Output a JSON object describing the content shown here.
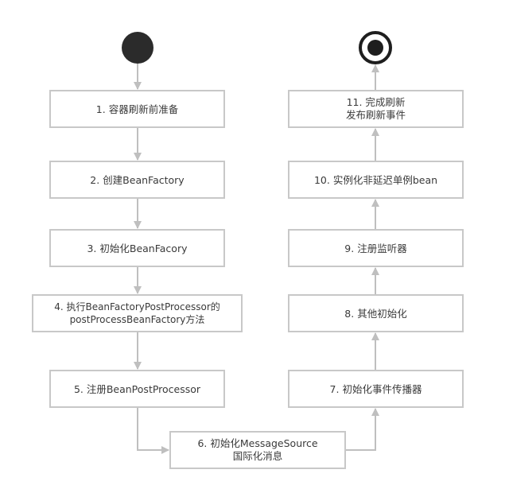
{
  "diagram": {
    "type": "activity-flowchart",
    "colors": {
      "node_border": "#c8c8c8",
      "edge": "#bfbfbf",
      "text": "#3a3a3a",
      "start_fill": "#2b2b2b",
      "end_ring": "#1e1e1e"
    },
    "start": {
      "id": "start",
      "kind": "initial-node"
    },
    "end": {
      "id": "end",
      "kind": "final-node"
    },
    "nodes": [
      {
        "id": "n1",
        "label": "1. 容器刷新前准备"
      },
      {
        "id": "n2",
        "label": "2. 创建BeanFactory"
      },
      {
        "id": "n3",
        "label": "3. 初始化BeanFacory"
      },
      {
        "id": "n4",
        "label": "4. 执行BeanFactoryPostProcessor的\npostProcessBeanFactory方法"
      },
      {
        "id": "n5",
        "label": "5. 注册BeanPostProcessor"
      },
      {
        "id": "n6",
        "label": "6. 初始化MessageSource\n国际化消息"
      },
      {
        "id": "n7",
        "label": "7. 初始化事件传播器"
      },
      {
        "id": "n8",
        "label": "8. 其他初始化"
      },
      {
        "id": "n9",
        "label": "9. 注册监听器"
      },
      {
        "id": "n10",
        "label": "10. 实例化非延迟单例bean"
      },
      {
        "id": "n11",
        "label": "11. 完成刷新\n发布刷新事件"
      }
    ],
    "edges": [
      {
        "from": "start",
        "to": "n1"
      },
      {
        "from": "n1",
        "to": "n2"
      },
      {
        "from": "n2",
        "to": "n3"
      },
      {
        "from": "n3",
        "to": "n4"
      },
      {
        "from": "n4",
        "to": "n5"
      },
      {
        "from": "n5",
        "to": "n6"
      },
      {
        "from": "n6",
        "to": "n7"
      },
      {
        "from": "n7",
        "to": "n8"
      },
      {
        "from": "n8",
        "to": "n9"
      },
      {
        "from": "n9",
        "to": "n10"
      },
      {
        "from": "n10",
        "to": "n11"
      },
      {
        "from": "n11",
        "to": "end"
      }
    ]
  }
}
